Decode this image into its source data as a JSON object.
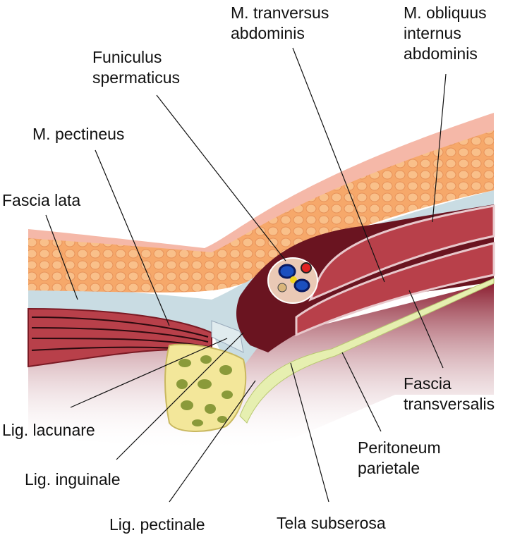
{
  "title": "Inguinal region cross-section",
  "labels": {
    "transversus": [
      "M. tranversus",
      "abdominis"
    ],
    "obliquus": [
      "M. obliquus",
      "internus",
      "abdominis"
    ],
    "funiculus": [
      "Funiculus",
      "spermaticus"
    ],
    "pectineus": "M. pectineus",
    "fascia_lata": "Fascia lata",
    "fascia_transversalis": [
      "Fascia",
      "transversalis"
    ],
    "peritoneum": [
      "Peritoneum",
      "parietale"
    ],
    "tela": "Tela subserosa",
    "lig_pectinale": "Lig. pectinale",
    "lig_inguinale": "Lig. inguinale",
    "lig_lacunare": "Lig. lacunare"
  },
  "colors": {
    "skin": "#f5b8a8",
    "fat": "#f6a86a",
    "fascia": "#c9dce3",
    "muscle": "#b8404a",
    "dark": "#6a1420",
    "bone": "#f3e79a",
    "peritoneum": "#e6efb0"
  }
}
